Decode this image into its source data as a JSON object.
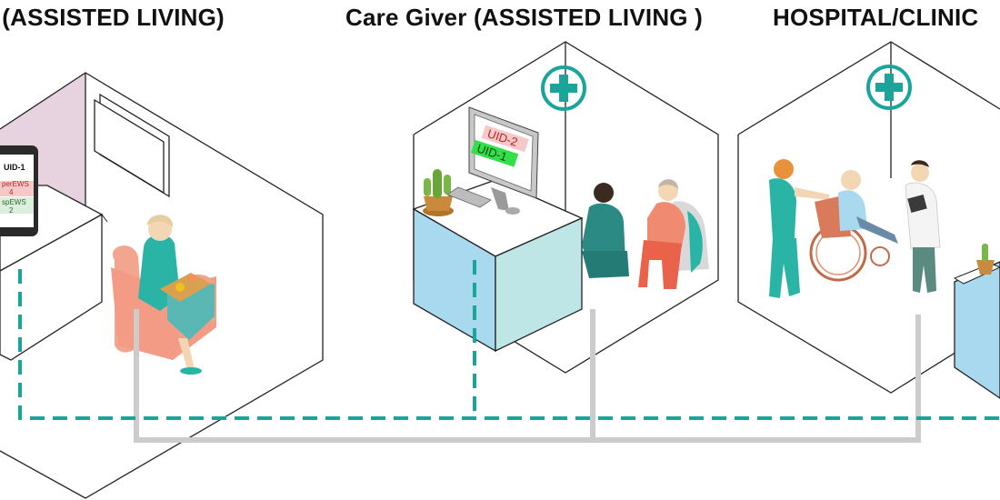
{
  "titles": {
    "resident": "t (ASSISTED LIVING)",
    "caregiver": "Care Giver (ASSISTED LIVING )",
    "hospital": "HOSPITAL/CLINIC"
  },
  "tablet": {
    "uid": "UID-1",
    "score1_label": "perEWS",
    "score1_value": "4",
    "score2_label": "spEWS",
    "score2_value": "2"
  },
  "monitor": {
    "uid_a": "UID-2",
    "uid_b": "UID-1"
  },
  "colors": {
    "network_dashed": "#1aa59a",
    "network_solid": "#cccccc",
    "medical_cross": "#1aa59a",
    "wall_pink": "#e6d3df",
    "desk_blue": "#a9d9ee",
    "uid_red_bg": "#f6c9c9",
    "uid_green_bg": "#33e04a"
  }
}
